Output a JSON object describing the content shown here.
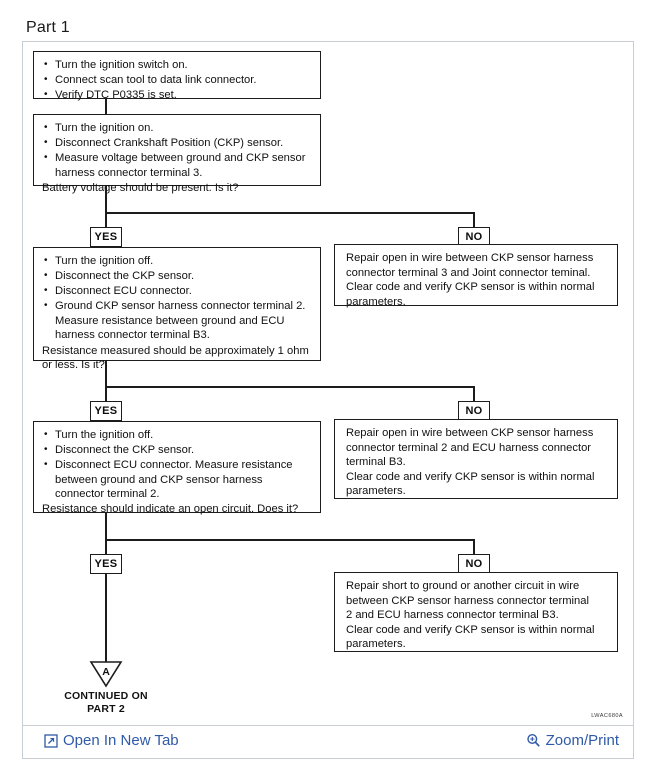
{
  "page": {
    "title": "Part 1",
    "plate_code": "LWAC680A"
  },
  "diagram": {
    "type": "flowchart",
    "nodes": [
      {
        "id": "step1",
        "kind": "process",
        "bullets": [
          "Turn the ignition switch on.",
          "Connect scan tool to data link connector.",
          " Verify DTC P0335 is set."
        ],
        "tail": ""
      },
      {
        "id": "step2",
        "kind": "decision",
        "bullets": [
          "Turn the ignition on.",
          "Disconnect Crankshaft Position (CKP) sensor.",
          "Measure voltage between ground and CKP sensor harness connector terminal 3."
        ],
        "tail": "Battery voltage should be present. Is it?"
      },
      {
        "id": "no1",
        "kind": "result",
        "bullets": [],
        "tail": "Repair open in wire between CKP sensor harness connector terminal 3 and Joint connector teminal. Clear code and verify CKP sensor is within normal parameters."
      },
      {
        "id": "step3",
        "kind": "decision",
        "bullets": [
          "Turn the ignition off.",
          "Disconnect the CKP sensor.",
          "Disconnect ECU connector.",
          "Ground CKP sensor harness connector terminal 2. Measure resistance between ground and ECU harness connector terminal B3."
        ],
        "tail": "Resistance measured should be approximately 1 ohm or less. Is it?"
      },
      {
        "id": "no2",
        "kind": "result",
        "bullets": [],
        "tail": "Repair open in wire between CKP sensor harness connector terminal 2 and ECU harness connector terminal B3. Clear code and verify CKP sensor is within normal parameters."
      },
      {
        "id": "step4",
        "kind": "decision",
        "bullets": [
          "Turn the ignition off.",
          "Disconnect the CKP sensor.",
          "Disconnect ECU connector. Measure resistance between ground and CKP sensor harness connector terminal 2."
        ],
        "tail": "Resistance should indicate an open circuit. Does it?"
      },
      {
        "id": "no3",
        "kind": "result",
        "bullets": [],
        "tail": "Repair short to ground or another circuit in wire between CKP sensor harness connector terminal 2 and ECU harness connector terminal B3. Clear code and verify CKP sensor is within normal parameters."
      }
    ],
    "no1_lines": [
      "Repair open in wire between CKP sensor harness",
      "connector terminal 3 and Joint connector teminal.",
      "Clear code and verify CKP sensor is within normal",
      "parameters."
    ],
    "no2_lines": [
      "Repair open in wire between CKP sensor harness",
      "connector terminal 2 and ECU harness connector",
      "terminal B3.",
      "Clear code and verify CKP sensor is within normal",
      "parameters."
    ],
    "no3_lines": [
      "Repair short to ground or another circuit in wire",
      "between CKP sensor harness connector terminal",
      "2 and ECU harness connector terminal B3.",
      "Clear code and verify CKP sensor is within normal",
      "parameters."
    ],
    "branches": {
      "yes_label": "YES",
      "no_label": "NO"
    },
    "terminator": {
      "symbol": "A",
      "caption_line1": "CONTINUED ON",
      "caption_line2": "PART 2"
    }
  },
  "footer": {
    "open_new_tab": "Open In New Tab",
    "zoom_print": "Zoom/Print"
  },
  "colors": {
    "link": "#2f5aa8",
    "frame_border": "#c9cdd4",
    "line": "#1c1c1c"
  }
}
